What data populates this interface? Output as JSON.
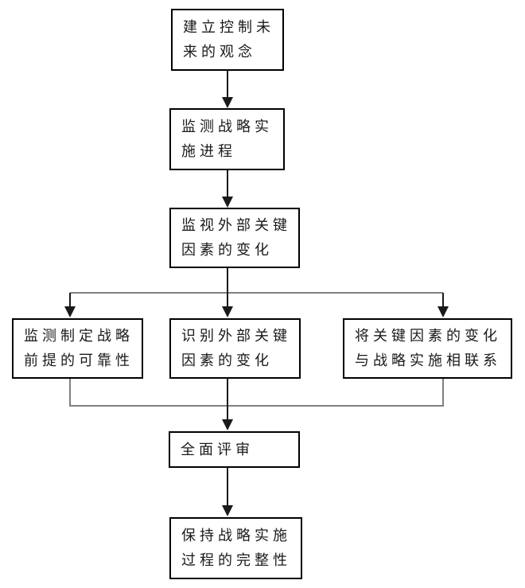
{
  "diagram": {
    "type": "flowchart",
    "background": "#ffffff",
    "colors": {
      "box_border": "#000000",
      "box_fill": "#ffffff",
      "text": "#1a1a1a",
      "arrow": "#1a1a1a",
      "connector": "#808080"
    },
    "nodes": [
      {
        "id": "establish-concept",
        "text": "建立控制未\n来的观念"
      },
      {
        "id": "monitor-implementation",
        "text": "监测战略实\n施进程"
      },
      {
        "id": "watch-external-factors",
        "text": "监视外部关键\n因素的变化"
      },
      {
        "id": "monitor-premise-reliability",
        "text": "监测制定战略\n前提的可靠性"
      },
      {
        "id": "identify-factor-changes",
        "text": "识别外部关键\n因素的变化"
      },
      {
        "id": "link-changes-implementation",
        "text": "将关键因素的变化\n与战略实施相联系"
      },
      {
        "id": "comprehensive-review",
        "text": "全面评审"
      },
      {
        "id": "maintain-integrity",
        "text": "保持战略实施\n过程的完整性"
      }
    ],
    "edges": [
      {
        "from": "establish-concept",
        "to": "monitor-implementation"
      },
      {
        "from": "monitor-implementation",
        "to": "watch-external-factors"
      },
      {
        "from": "watch-external-factors",
        "to": "monitor-premise-reliability"
      },
      {
        "from": "watch-external-factors",
        "to": "identify-factor-changes"
      },
      {
        "from": "watch-external-factors",
        "to": "link-changes-implementation"
      },
      {
        "from": "monitor-premise-reliability",
        "to": "comprehensive-review"
      },
      {
        "from": "identify-factor-changes",
        "to": "comprehensive-review"
      },
      {
        "from": "link-changes-implementation",
        "to": "comprehensive-review"
      },
      {
        "from": "comprehensive-review",
        "to": "maintain-integrity"
      }
    ]
  }
}
